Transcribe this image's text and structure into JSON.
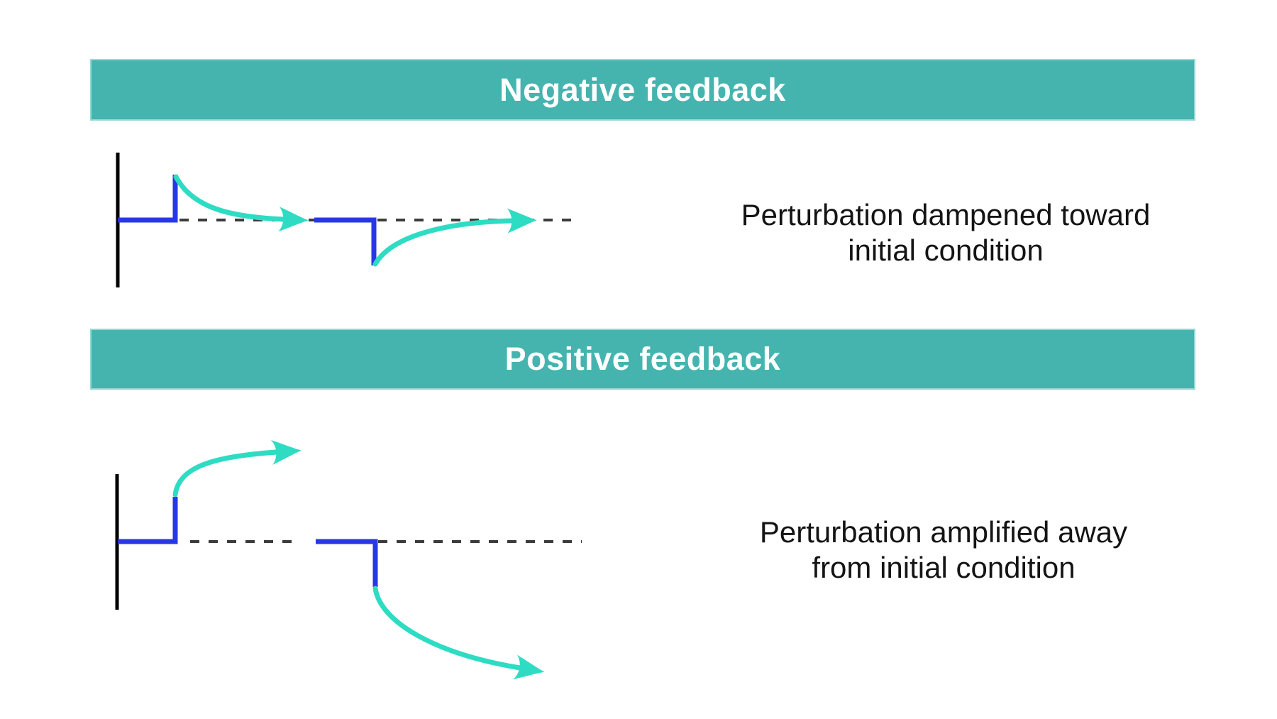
{
  "colors": {
    "header_bg": "#45B4AF",
    "header_text": "#FFFFFF",
    "curve": "#2EDCC3",
    "step": "#2837E6",
    "dash": "#3C3C3C",
    "axis": "#000000",
    "text": "#141414",
    "background": "#FFFFFF"
  },
  "sections": [
    {
      "header": "Negative feedback",
      "caption_line1": "Perturbation dampened toward",
      "caption_line2": "initial condition"
    },
    {
      "header": "Positive feedback",
      "caption_line1": "Perturbation amplified away",
      "caption_line2": "from initial condition"
    }
  ]
}
